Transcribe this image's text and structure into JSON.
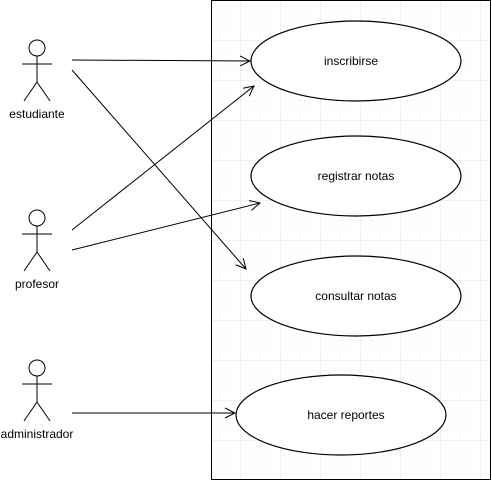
{
  "actors": [
    {
      "id": "estudiante",
      "label": "estudiante"
    },
    {
      "id": "profesor",
      "label": "profesor"
    },
    {
      "id": "administrador",
      "label": "administrador"
    }
  ],
  "use_cases": [
    {
      "id": "inscribirse",
      "label": "inscribirse"
    },
    {
      "id": "registrar",
      "label": "registrar notas"
    },
    {
      "id": "consultar",
      "label": "consultar notas"
    },
    {
      "id": "reportes",
      "label": "hacer reportes"
    }
  ],
  "associations": [
    {
      "from": "estudiante",
      "to": "inscribirse"
    },
    {
      "from": "estudiante",
      "to": "consultar"
    },
    {
      "from": "profesor",
      "to": "inscribirse"
    },
    {
      "from": "profesor",
      "to": "registrar"
    },
    {
      "from": "administrador",
      "to": "reportes"
    }
  ]
}
